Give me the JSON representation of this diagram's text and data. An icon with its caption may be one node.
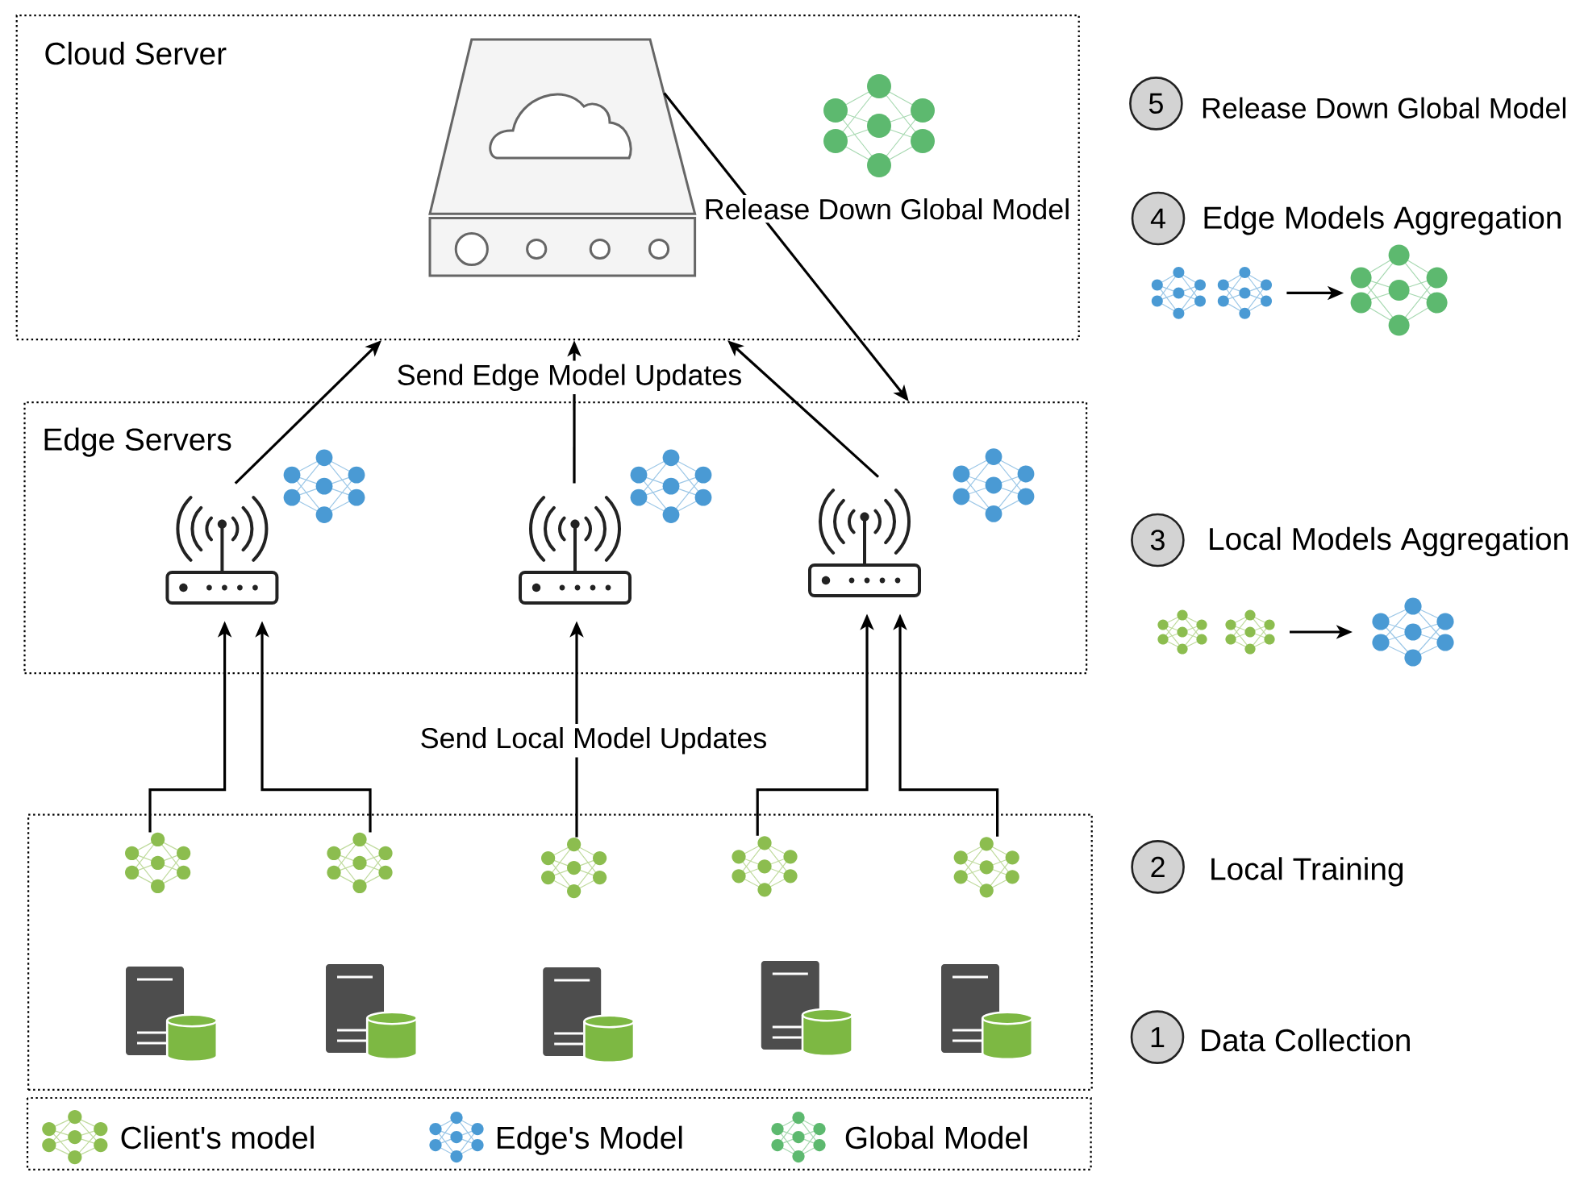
{
  "diagram": {
    "nodes": [
      {
        "text": [
          "Cloud Server"
        ]
      },
      {
        "text": [],
        "shape": "picture",
        "in": 0
      },
      {
        "text": [
          "5"
        ],
        "beside": [
          "Release Down Global Model"
        ]
      },
      {
        "text": [
          "4"
        ],
        "beside": [
          "Edge Models Aggregation"
        ]
      },
      {
        "text": [],
        "shape": "picture"
      },
      {
        "text": [],
        "shape": "picture"
      },
      {
        "text": [
          "Edge Servers"
        ]
      },
      {
        "text": [],
        "shape": "picture",
        "in": 6
      },
      {
        "text": [],
        "shape": "picture",
        "in": 6
      },
      {
        "text": [],
        "shape": "picture",
        "in": 6
      },
      {
        "text": [
          "3"
        ],
        "beside": [
          "Local Models Aggregation"
        ]
      },
      {
        "text": [],
        "shape": "picture"
      },
      {
        "text": [],
        "shape": "picture"
      },
      {
        "text": [],
        "shape": "box"
      },
      {
        "text": [],
        "shape": "picture",
        "in": 13
      },
      {
        "text": [],
        "shape": "picture",
        "in": 13
      },
      {
        "text": [],
        "shape": "picture",
        "in": 13
      },
      {
        "text": [],
        "shape": "picture",
        "in": 13
      },
      {
        "text": [],
        "shape": "picture",
        "in": 13
      },
      {
        "text": [
          "2"
        ],
        "beside": [
          "Local Training"
        ]
      },
      {
        "text": [
          "1"
        ],
        "beside": [
          "Data Collection"
        ]
      }
    ],
    "edges": [
      {
        "from": 7,
        "to": 0,
        "arrow": "to"
      },
      {
        "from": 8,
        "to": 0,
        "arrow": "to",
        "label": "Send Edge Model Updates"
      },
      {
        "from": 9,
        "to": 0,
        "arrow": "to"
      },
      {
        "from": 1,
        "to": 6,
        "arrow": "to",
        "label": "Release Down Global Model"
      },
      {
        "from": 14,
        "to": 7,
        "arrow": "to"
      },
      {
        "from": 15,
        "to": 7,
        "arrow": "to"
      },
      {
        "from": 16,
        "to": 8,
        "arrow": "to",
        "label": "Send Local Model Updates"
      },
      {
        "from": 17,
        "to": 9,
        "arrow": "to"
      },
      {
        "from": 18,
        "to": 9,
        "arrow": "to"
      },
      {
        "from": 4,
        "to": 5,
        "arrow": "to"
      },
      {
        "from": 11,
        "to": 12,
        "arrow": "to"
      }
    ],
    "legend": [
      {
        "text": "Client's model"
      },
      {
        "text": "Edge's Model"
      },
      {
        "text": "Global Model"
      }
    ]
  }
}
